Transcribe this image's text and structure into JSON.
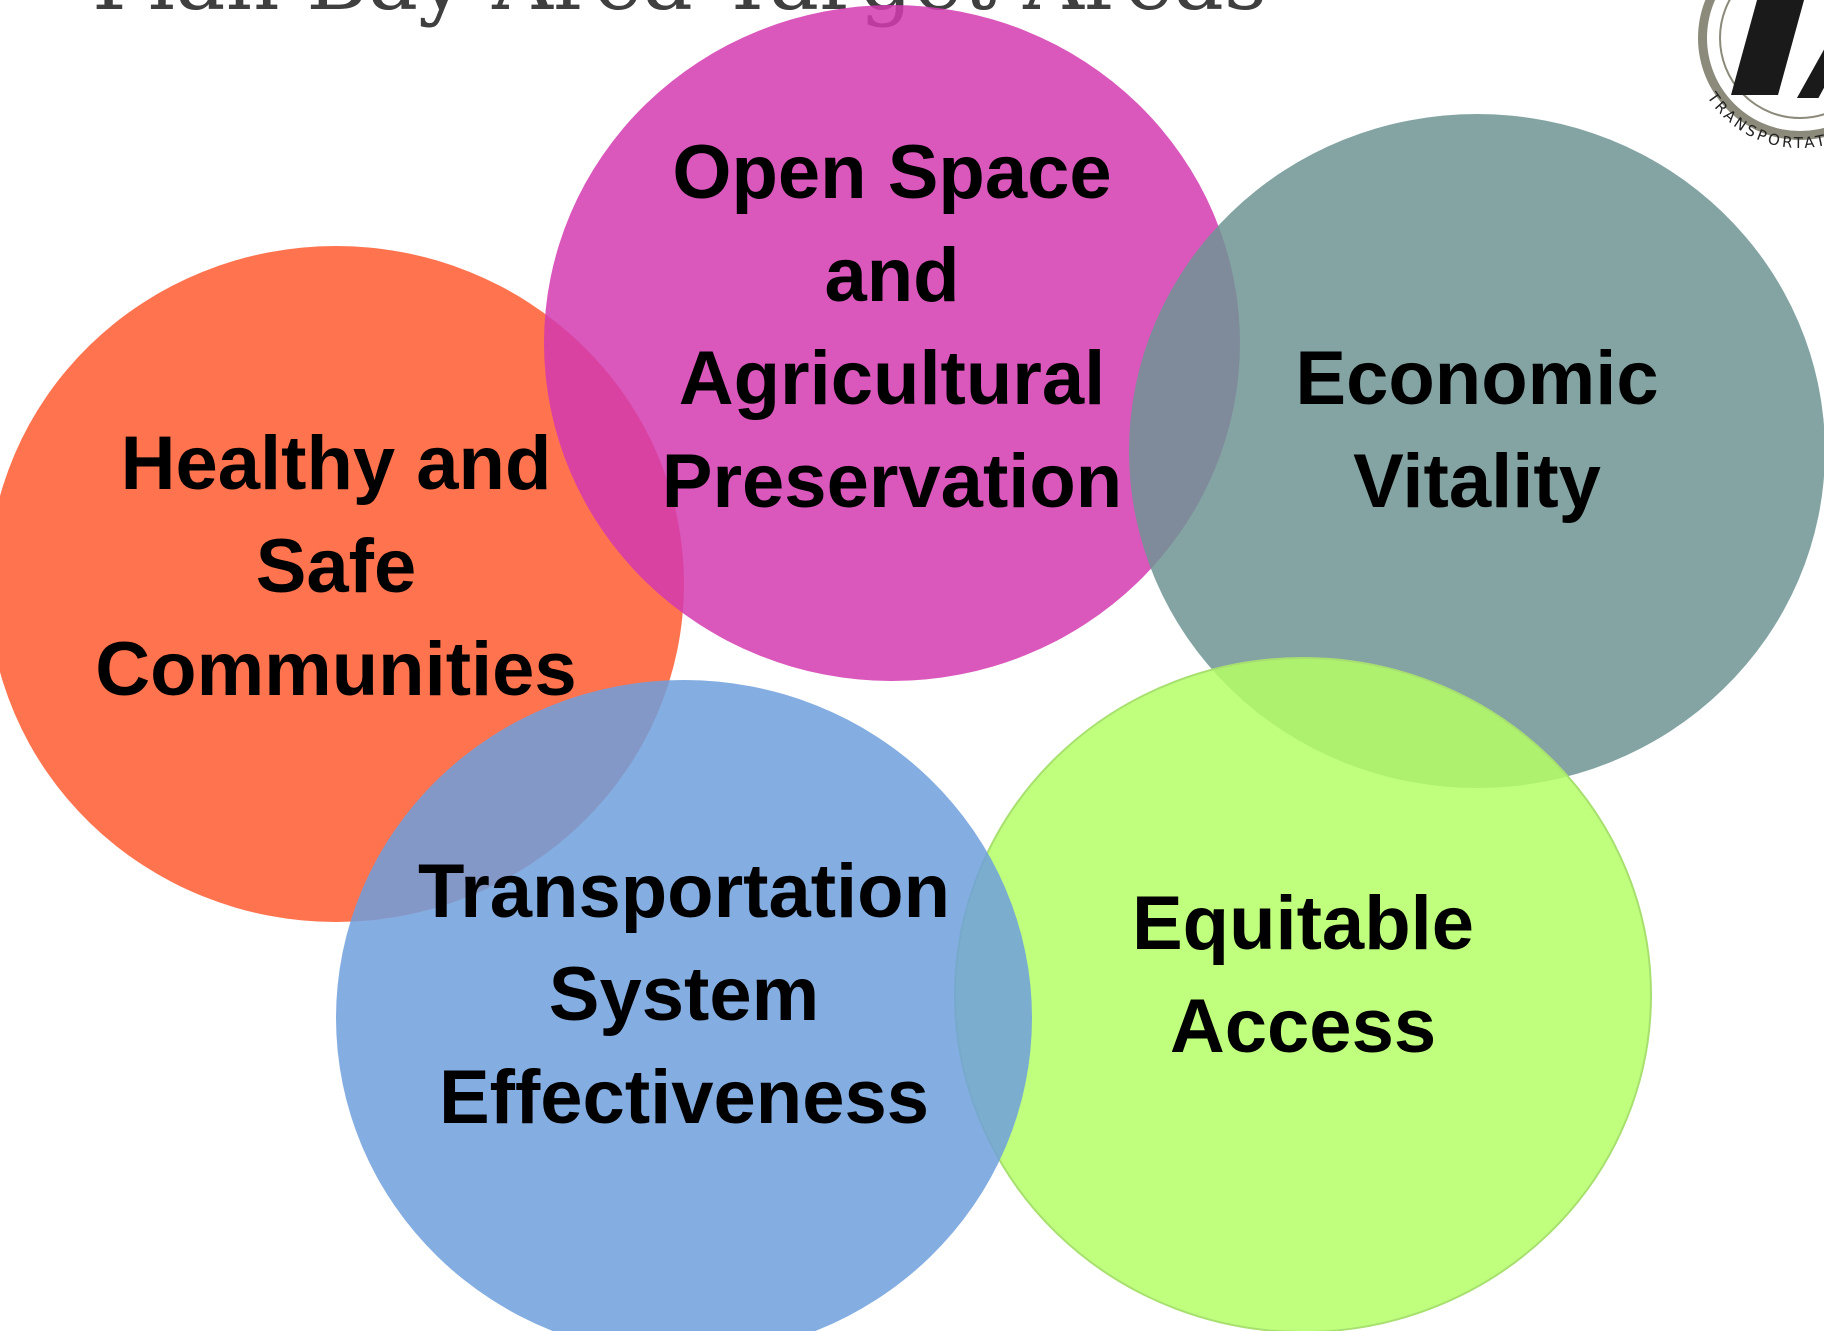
{
  "slide": {
    "title": "Plan Bay Area Target Areas"
  },
  "diagram": {
    "type": "overlapping-circles",
    "circles": [
      {
        "name": "open-space",
        "color": "#d43ab0",
        "lines": [
          "Open Space",
          "and",
          "Agricultural",
          "Preservation"
        ]
      },
      {
        "name": "economic-vitality",
        "color": "#6f9494",
        "lines": [
          "Economic",
          "Vitality"
        ]
      },
      {
        "name": "healthy-safe",
        "color": "#ff5a30",
        "lines": [
          "Healthy and",
          "Safe",
          "Communities"
        ]
      },
      {
        "name": "transportation-effectiveness",
        "color": "#6f9fdc",
        "lines": [
          "Transportation",
          "System",
          "Effectiveness"
        ]
      },
      {
        "name": "equitable-access",
        "color": "#b4ff66",
        "lines": [
          "Equitable",
          "Access"
        ]
      }
    ]
  },
  "logo": {
    "ring_text": "TRANSPORTATION",
    "mark_letter": "A",
    "ring_color": "#8c8a7a",
    "mark_color": "#1a1a1a"
  }
}
